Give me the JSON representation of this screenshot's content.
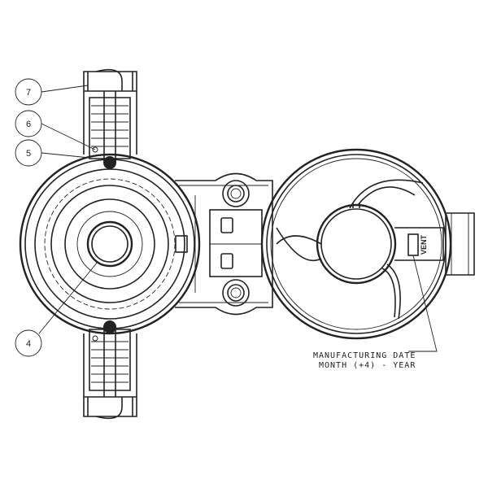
{
  "callouts": [
    {
      "label": "7"
    },
    {
      "label": "6"
    },
    {
      "label": "5"
    },
    {
      "label": "4"
    }
  ],
  "vent_label": "VENT",
  "annotation": {
    "line1": "MANUFACTURING DATE",
    "line2": "MONTH (+4) - YEAR"
  }
}
